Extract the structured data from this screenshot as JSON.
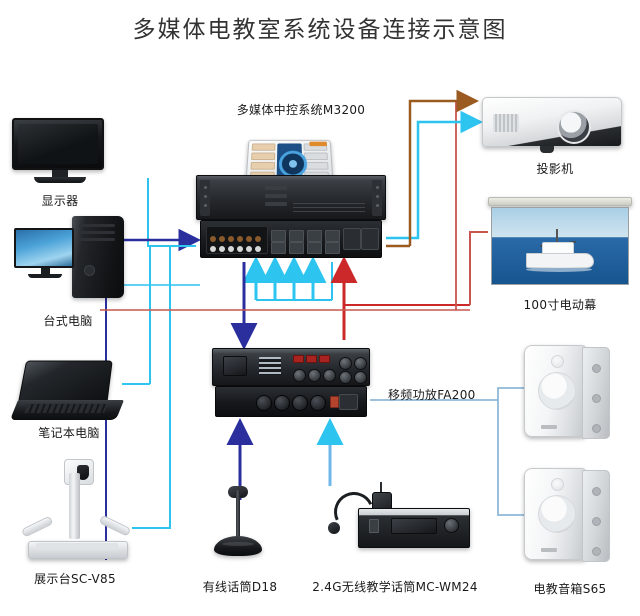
{
  "title": "多媒体电教室系统设备连接示意图",
  "devices": {
    "monitor": {
      "label": "显示器",
      "icon": "monitor-icon"
    },
    "desktop": {
      "label": "台式电脑",
      "icon": "desktop-computer-icon"
    },
    "laptop": {
      "label": "笔记本电脑",
      "icon": "laptop-icon"
    },
    "doc_camera": {
      "label": "展示台SC-V85",
      "icon": "document-camera-icon"
    },
    "control_system": {
      "label": "多媒体中控系统M3200",
      "icon": "central-control-unit-icon"
    },
    "amplifier": {
      "label": "移频功放FA200",
      "icon": "amplifier-icon"
    },
    "projector": {
      "label": "投影机",
      "icon": "projector-icon"
    },
    "screen": {
      "label": "100寸电动幕",
      "icon": "projection-screen-icon"
    },
    "speakers": {
      "label": "电教音箱S65",
      "icon": "wall-speaker-icon"
    },
    "wired_mic": {
      "label": "有线话筒D18",
      "icon": "wired-microphone-icon"
    },
    "wireless_mic": {
      "label": "2.4G无线教学话筒MC-WM24",
      "icon": "wireless-microphone-icon"
    }
  },
  "colors": {
    "vga_blue": "#2b2f9e",
    "audio_cyan": "#2ec4f0",
    "control_red": "#cc2a2a",
    "power_brown": "#9a5a20",
    "screen_red": "#c8564e",
    "speaker_blue": "#8fb8d8",
    "background": "#ffffff",
    "title_text": "#333333"
  },
  "connections": [
    {
      "name": "desktop-to-control-vga",
      "from": "台式电脑",
      "to": "多媒体中控系统M3200",
      "color": "#2b2f9e"
    },
    {
      "name": "monitor-to-control-video",
      "from": "显示器",
      "to": "多媒体中控系统M3200",
      "color": "#2ec4f0"
    },
    {
      "name": "laptop-to-control-video",
      "from": "笔记本电脑",
      "to": "多媒体中控系统M3200",
      "color": "#2ec4f0"
    },
    {
      "name": "doccam-to-control-video",
      "from": "展示台SC-V85",
      "to": "多媒体中控系统M3200",
      "color": "#2ec4f0"
    },
    {
      "name": "control-to-amplifier-audio",
      "from": "多媒体中控系统M3200",
      "to": "移频功放FA200",
      "color": "#2b2f9e"
    },
    {
      "name": "control-to-projector-vga",
      "from": "多媒体中控系统M3200",
      "to": "投影机",
      "color": "#2ec4f0"
    },
    {
      "name": "control-to-projector-power",
      "from": "多媒体中控系统M3200",
      "to": "投影机",
      "color": "#9a5a20"
    },
    {
      "name": "control-to-screen-control",
      "from": "多媒体中控系统M3200",
      "to": "100寸电动幕",
      "color": "#c8564e"
    },
    {
      "name": "wired-mic-to-amplifier",
      "from": "有线话筒D18",
      "to": "移频功放FA200",
      "color": "#2b2f9e"
    },
    {
      "name": "wireless-mic-to-amplifier",
      "from": "2.4G无线教学话筒MC-WM24",
      "to": "移频功放FA200",
      "color": "#6fb7e8"
    },
    {
      "name": "amplifier-to-speakers",
      "from": "移频功放FA200",
      "to": "电教音箱S65",
      "color": "#8fb8d8"
    }
  ]
}
